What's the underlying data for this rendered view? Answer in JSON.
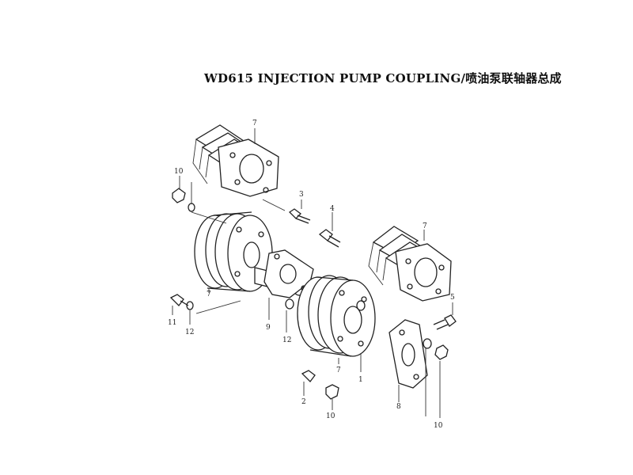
{
  "title": "WD615 INJECTION PUMP COUPLING/喷油泵联轴器总成",
  "callouts": {
    "c7a": "7",
    "c10a": "10",
    "c3": "3",
    "c4": "4",
    "c7b": "7",
    "c7c": "7",
    "c11": "11",
    "c12a": "12",
    "c9": "9",
    "c12b": "12",
    "c5": "5",
    "c7d": "7",
    "c1": "1",
    "c2": "2",
    "c10b": "10",
    "c8": "8",
    "c10c": "10"
  }
}
